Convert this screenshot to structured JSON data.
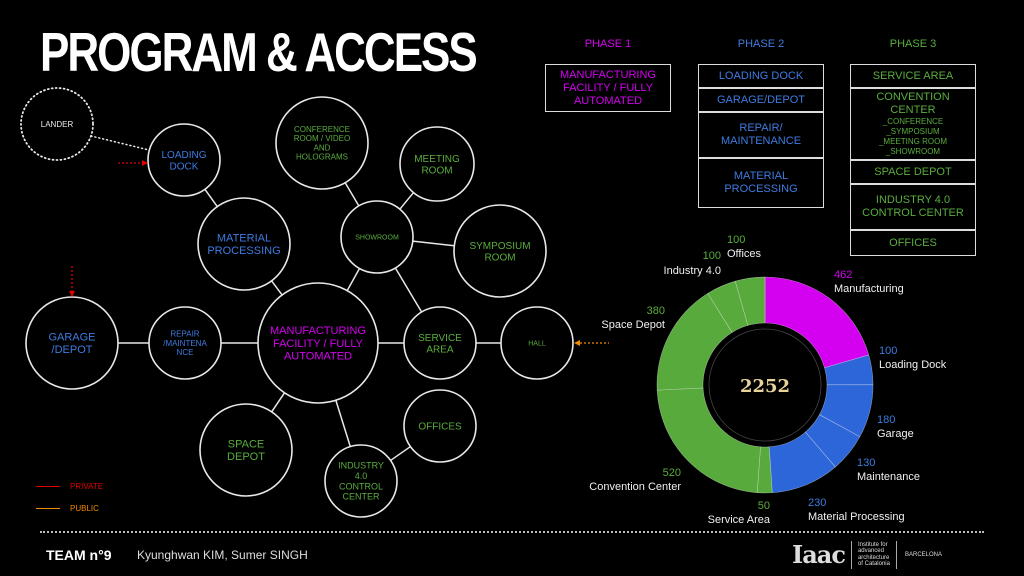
{
  "title": "PROGRAM & ACCESS",
  "colors": {
    "background": "#000000",
    "magenta": "#d400f0",
    "blue": "#3f7be0",
    "green": "#5aad3e",
    "donut_green": "#58aa3c",
    "donut_blue": "#2c66d8",
    "donut_magenta": "#d400f0",
    "private": "#e00000",
    "public": "#f08a00",
    "total": "#e8d49a"
  },
  "bubble_diagram": {
    "nodes": [
      {
        "id": "lander",
        "lines": [
          "LANDER"
        ],
        "color": "white",
        "dotted": true
      },
      {
        "id": "loading-dock",
        "lines": [
          "LOADING",
          "DOCK"
        ],
        "color": "blue"
      },
      {
        "id": "material-processing",
        "lines": [
          "MATERIAL",
          "PROCESSING"
        ],
        "color": "blue"
      },
      {
        "id": "conference",
        "lines": [
          "CONFERENCE",
          "ROOM / VIDEO",
          "AND",
          "HOLOGRAMS"
        ],
        "color": "green"
      },
      {
        "id": "meeting-room",
        "lines": [
          "MEETING",
          "ROOM"
        ],
        "color": "green"
      },
      {
        "id": "showroom",
        "lines": [
          "SHOWROOM"
        ],
        "color": "green"
      },
      {
        "id": "symposium",
        "lines": [
          "SYMPOSIUM",
          "ROOM"
        ],
        "color": "green"
      },
      {
        "id": "garage",
        "lines": [
          "GARAGE",
          "/DEPOT"
        ],
        "color": "blue"
      },
      {
        "id": "repair",
        "lines": [
          "REPAIR",
          "/MAINTENA",
          "NCE"
        ],
        "color": "blue"
      },
      {
        "id": "manufacturing",
        "lines": [
          "MANUFACTURING",
          "FACILITY / FULLY",
          "AUTOMATED"
        ],
        "color": "magenta"
      },
      {
        "id": "service-area",
        "lines": [
          "SERVICE",
          "AREA"
        ],
        "color": "green"
      },
      {
        "id": "hall",
        "lines": [
          "HALL"
        ],
        "color": "green"
      },
      {
        "id": "space-depot",
        "lines": [
          "SPACE",
          "DEPOT"
        ],
        "color": "green"
      },
      {
        "id": "offices",
        "lines": [
          "OFFICES"
        ],
        "color": "green"
      },
      {
        "id": "industry",
        "lines": [
          "INDUSTRY",
          "4.0",
          "CONTROL",
          "CENTER"
        ],
        "color": "green"
      }
    ]
  },
  "legend": [
    {
      "label": "PRIVATE",
      "color": "#e00000"
    },
    {
      "label": "PUBLIC",
      "color": "#f08a00"
    }
  ],
  "phases": [
    {
      "title": "PHASE 1",
      "color": "#d400f0",
      "items": [
        {
          "lines": [
            "MANUFACTURING",
            "FACILITY / FULLY",
            "AUTOMATED"
          ],
          "sub": []
        }
      ]
    },
    {
      "title": "PHASE 2",
      "color": "#3f7be0",
      "items": [
        {
          "lines": [
            "LOADING DOCK"
          ],
          "sub": []
        },
        {
          "lines": [
            "GARAGE/DEPOT"
          ],
          "sub": []
        },
        {
          "lines": [
            "REPAIR/",
            "MAINTENANCE"
          ],
          "sub": []
        },
        {
          "lines": [
            "MATERIAL",
            "PROCESSING"
          ],
          "sub": []
        }
      ]
    },
    {
      "title": "PHASE 3",
      "color": "#5aad3e",
      "items": [
        {
          "lines": [
            "SERVICE AREA"
          ],
          "sub": []
        },
        {
          "lines": [
            "CONVENTION",
            "CENTER"
          ],
          "sub": [
            "_CONFERENCE",
            "_SYMPOSIUM",
            "_MEETING ROOM",
            "_SHOWROOM"
          ]
        },
        {
          "lines": [
            "SPACE DEPOT"
          ],
          "sub": []
        },
        {
          "lines": [
            "INDUSTRY 4.0",
            "CONTROL CENTER"
          ],
          "sub": []
        },
        {
          "lines": [
            "OFFICES"
          ],
          "sub": []
        }
      ]
    }
  ],
  "chart_data": {
    "type": "pie",
    "variant": "donut",
    "center_label": "2252",
    "total": 2252,
    "start": "top",
    "direction": "clockwise",
    "slices": [
      {
        "label": "Manufacturing",
        "value": 462,
        "group": "magenta"
      },
      {
        "label": "Loading Dock",
        "value": 100,
        "group": "blue"
      },
      {
        "label": "Garage",
        "value": 180,
        "group": "blue"
      },
      {
        "label": "Maintenance",
        "value": 130,
        "group": "blue"
      },
      {
        "label": "Material Processing",
        "value": 230,
        "group": "blue"
      },
      {
        "label": "Service Area",
        "value": 50,
        "group": "green"
      },
      {
        "label": "Convention Center",
        "value": 520,
        "group": "green"
      },
      {
        "label": "Space Depot",
        "value": 380,
        "group": "green"
      },
      {
        "label": "Industry 4.0",
        "value": 100,
        "group": "green"
      },
      {
        "label": "Offices",
        "value": 100,
        "group": "green"
      }
    ]
  },
  "footer": {
    "team": "TEAM n°9",
    "members": "Kyunghwan KIM, Sumer SINGH",
    "logo_mark": "Iaac",
    "logo_institute": [
      "Institute for",
      "advanced",
      "architecture",
      "of Catalonia"
    ],
    "logo_city": "BARCELONA"
  }
}
